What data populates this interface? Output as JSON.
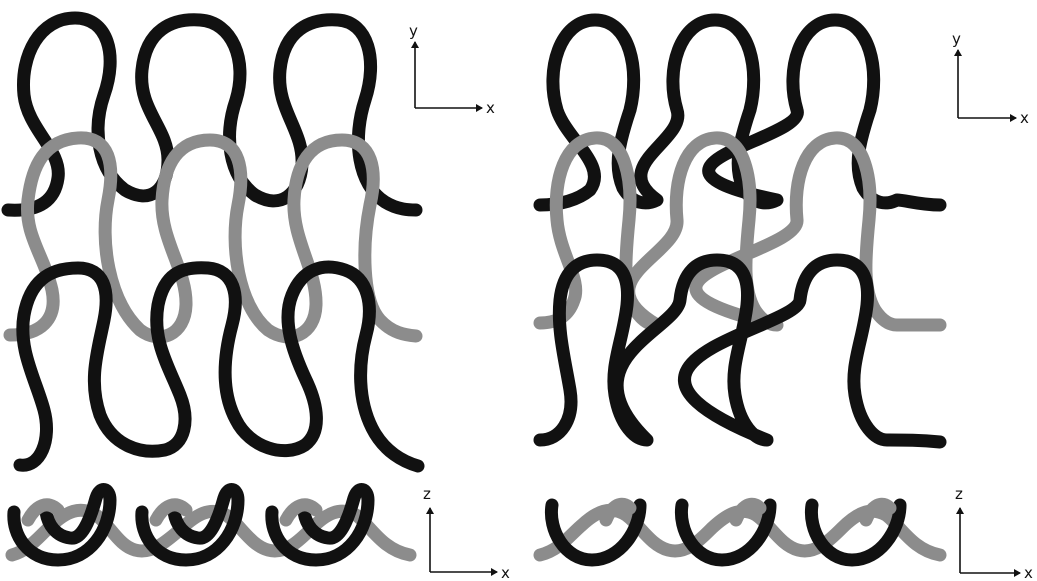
{
  "colors": {
    "dark_yarn": "#111111",
    "light_yarn": "#8c8c8c",
    "background": "#ffffff"
  },
  "panels": [
    {
      "id": "left",
      "axes_top": {
        "vertical": "y",
        "horizontal": "x"
      },
      "axes_bottom": {
        "vertical": "z",
        "horizontal": "x"
      }
    },
    {
      "id": "right",
      "axes_top": {
        "vertical": "y",
        "horizontal": "x"
      },
      "axes_bottom": {
        "vertical": "z",
        "horizontal": "x"
      }
    }
  ]
}
